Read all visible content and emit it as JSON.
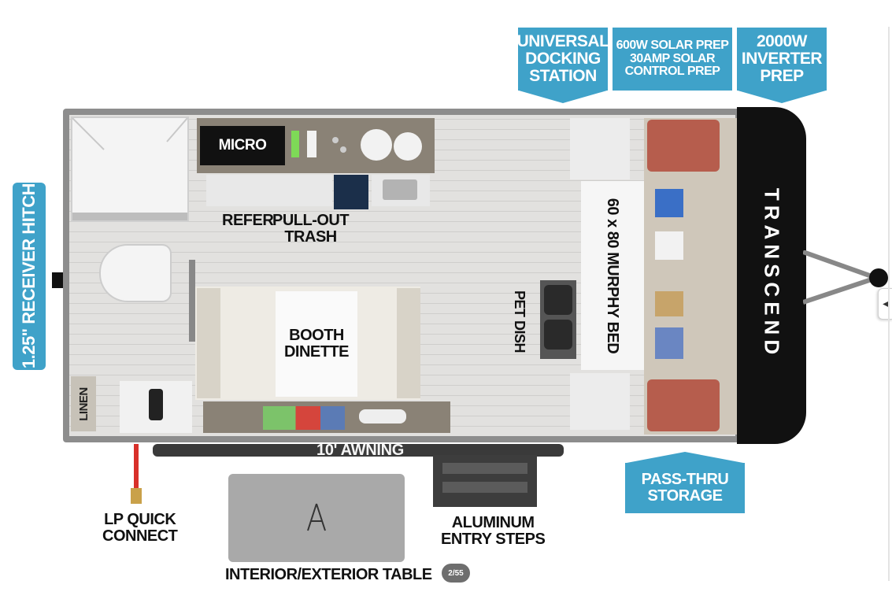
{
  "callouts": {
    "docking": "UNIVERSAL\nDOCKING\nSTATION",
    "solar": "600W SOLAR PREP\n30AMP SOLAR\nCONTROL PREP",
    "inverter": "2000W\nINVERTER\nPREP",
    "hitch": "1.25\" RECEIVER HITCH",
    "storage": "PASS-THRU\nSTORAGE"
  },
  "labels": {
    "micro": "MICRO",
    "refer": "REFER",
    "trash": "PULL-OUT\nTRASH",
    "bed": "60 x 80 MURPHY BED",
    "pet_dish": "PET DISH",
    "dinette": "BOOTH\nDINETTE",
    "linen": "LINEN",
    "awning": "10' AWNING",
    "lp": "LP QUICK\nCONNECT",
    "steps": "ALUMINUM\nENTRY STEPS",
    "table": "INTERIOR/EXTERIOR TABLE",
    "brand": "TRANSCEND"
  },
  "pager": {
    "text": "2/55"
  },
  "colors": {
    "callout": "#3fa2c9",
    "brand_cap": "#111111"
  },
  "icons": {
    "side_tab": "chevron-left-icon"
  }
}
